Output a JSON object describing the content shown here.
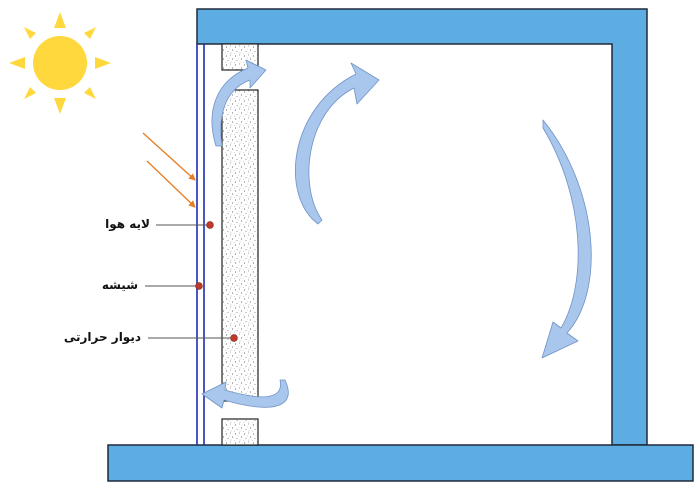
{
  "diagram": {
    "labels": {
      "air_layer": "لایه هوا",
      "glass": "شیشه",
      "thermal_wall": "دیوار حرارتی"
    },
    "colors": {
      "structure_fill": "#5dade2",
      "structure_stroke": "#1f2a3a",
      "glass_line": "#1f2bb5",
      "wall_stipple": "#777777",
      "sun": "#ffd83d",
      "sun_rays": "#f1c40f",
      "solar_rays": "#e67e22",
      "marker": "#c0392b",
      "flow_arrow": "#a9c6ec",
      "flow_arrow_edge": "#6f93c8",
      "leader_line": "#555555"
    },
    "icons": [
      "sun-icon",
      "solar-ray-arrow",
      "convection-flow-arrow"
    ]
  }
}
